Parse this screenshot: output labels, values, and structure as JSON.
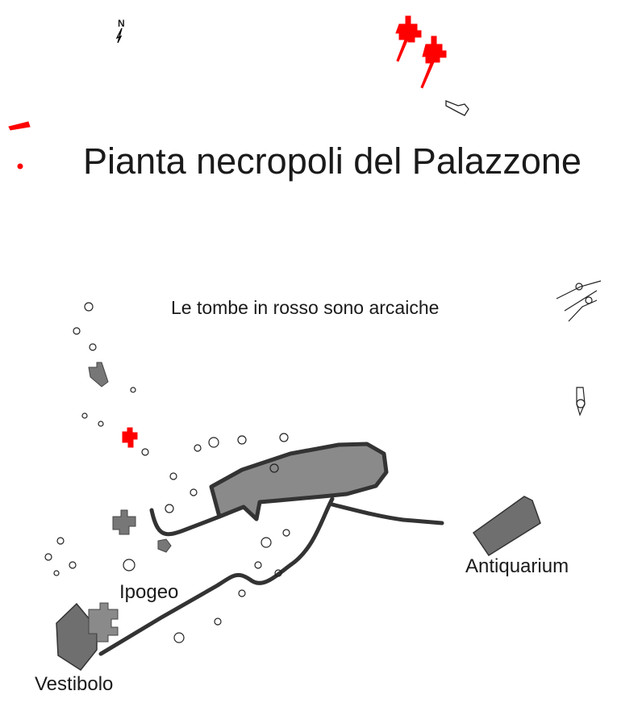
{
  "map": {
    "title": "Pianta necropoli del Palazzone",
    "subtitle": "Le tombe in rosso sono arcaiche",
    "north_label": "N",
    "labels": {
      "antiquarium": "Antiquarium",
      "ipogeo": "Ipogeo",
      "vestibolo": "Vestibolo"
    },
    "colors": {
      "archaic_tomb": "#ff0000",
      "area_fill": "#8a8a8a",
      "road": "#333333",
      "building": "#6f6f6f"
    }
  }
}
